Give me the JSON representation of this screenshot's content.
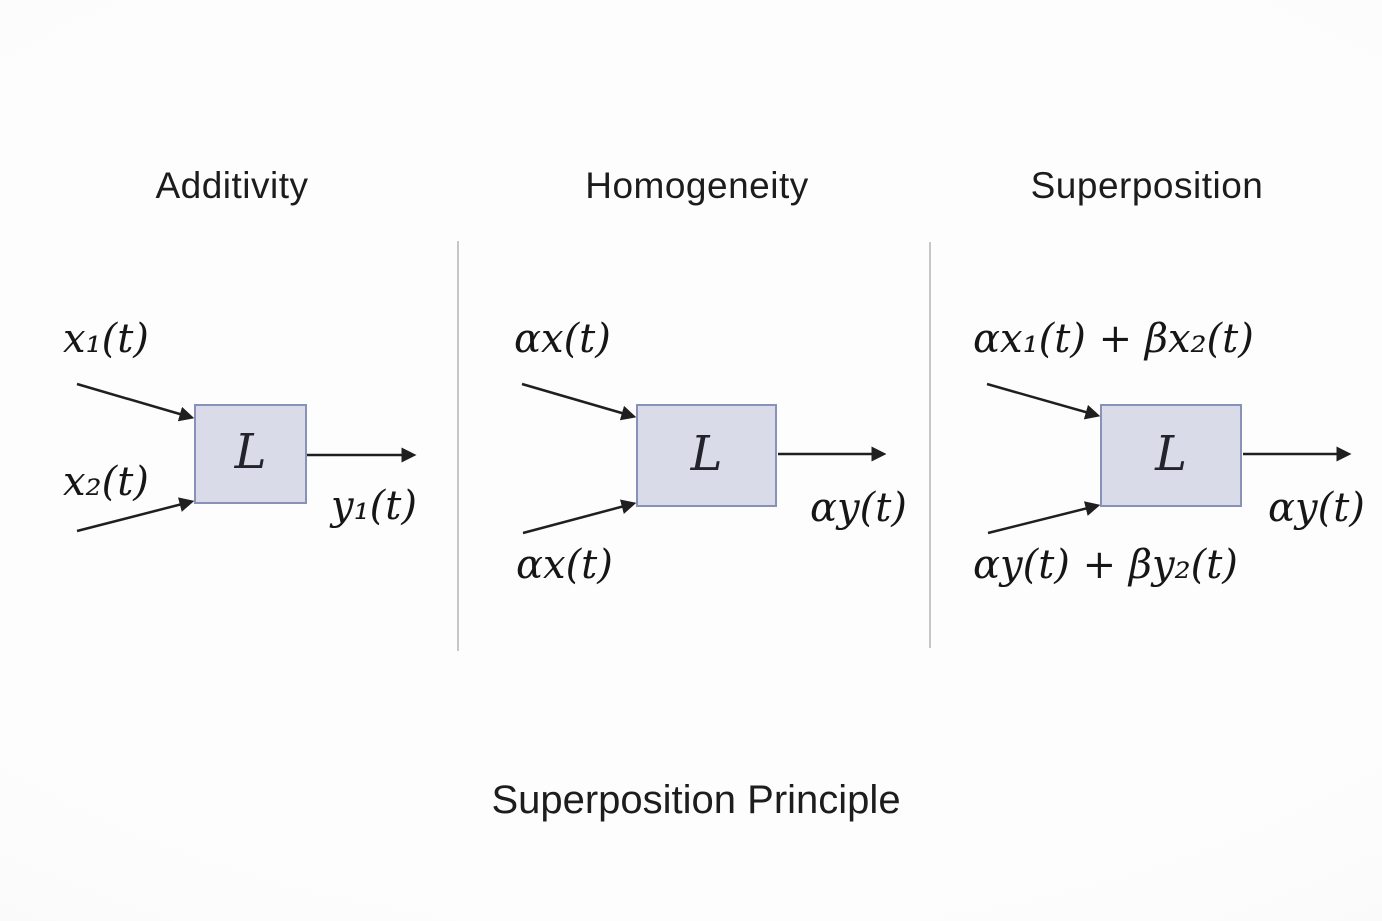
{
  "caption": "Superposition Principle",
  "panels": [
    {
      "title": "Additivity",
      "input_top": "x₁(t)",
      "input_bottom": "x₂(t)",
      "box_label": "L",
      "output": "y₁(t)"
    },
    {
      "title": "Homogeneity",
      "input_top": "αx(t)",
      "input_bottom": "αx(t)",
      "box_label": "L",
      "output": "αy(t)"
    },
    {
      "title": "Superposition",
      "input_top": "αx₁(t) + βx₂(t)",
      "input_bottom": "αy(t) + βy₂(t)",
      "box_label": "L",
      "output": "αy(t)"
    }
  ],
  "colors": {
    "background": "#fafafa",
    "box_fill": "#d9dbe8",
    "box_border": "#8892b8",
    "arrow": "#1f1f1f",
    "divider": "#c7c7ca",
    "text": "#1c1c1c"
  }
}
